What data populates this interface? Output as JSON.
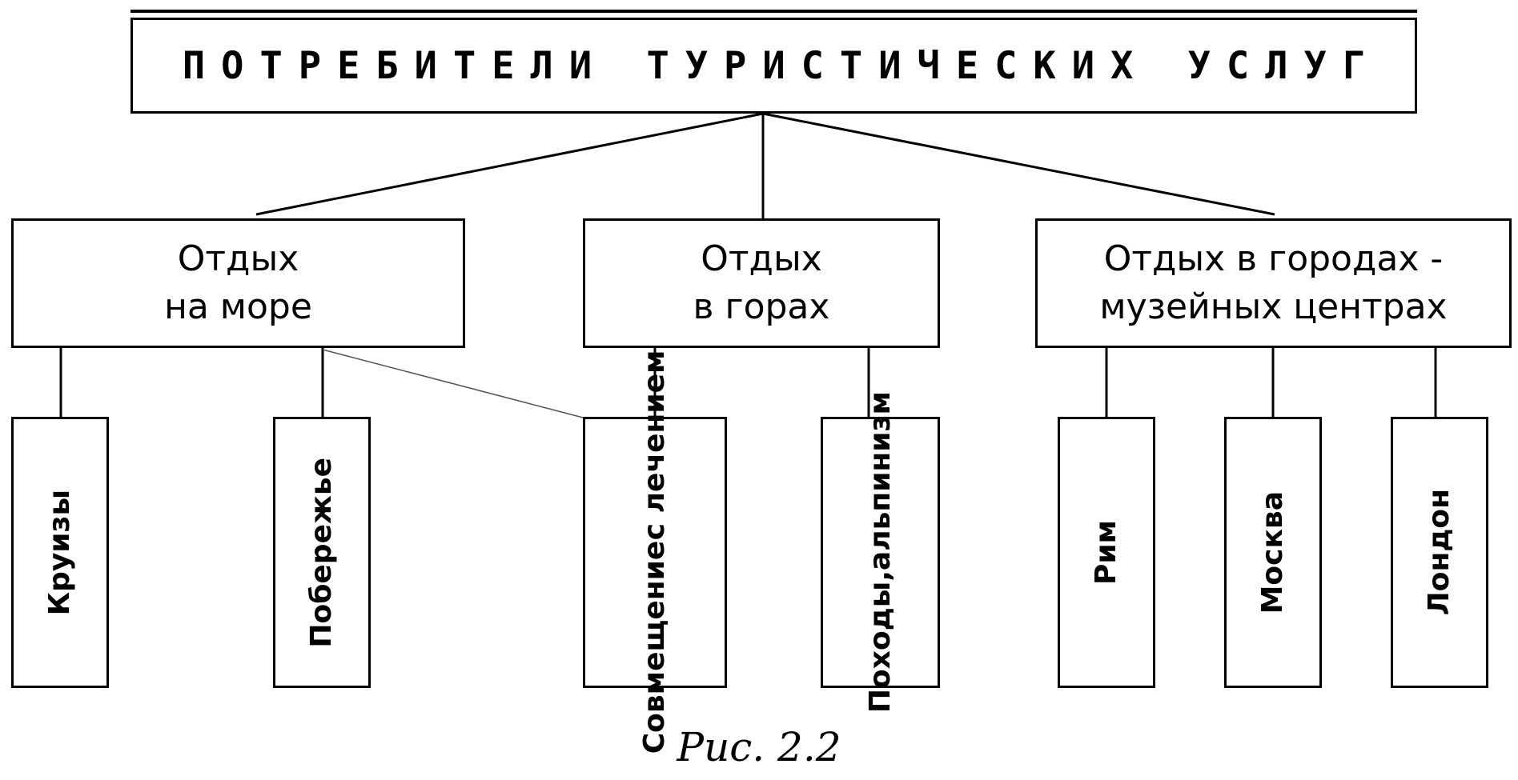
{
  "root": {
    "title": "ПОТРЕБИТЕЛИ ТУРИСТИЧЕСКИХ УСЛУГ"
  },
  "categories": [
    {
      "line1": "Отдых",
      "line2": "на море"
    },
    {
      "line1": "Отдых",
      "line2": "в горах"
    },
    {
      "line1": "Отдых в городах -",
      "line2": "музейных центрах"
    }
  ],
  "leaves": [
    {
      "line1": "Круизы",
      "line2": ""
    },
    {
      "line1": "Побережье",
      "line2": ""
    },
    {
      "line1": "Совмещение",
      "line2": "с лечением"
    },
    {
      "line1": "Походы,",
      "line2": "альпинизм"
    },
    {
      "line1": "Рим",
      "line2": ""
    },
    {
      "line1": "Москва",
      "line2": ""
    },
    {
      "line1": "Лондон",
      "line2": ""
    }
  ],
  "caption": "Рис. 2.2"
}
